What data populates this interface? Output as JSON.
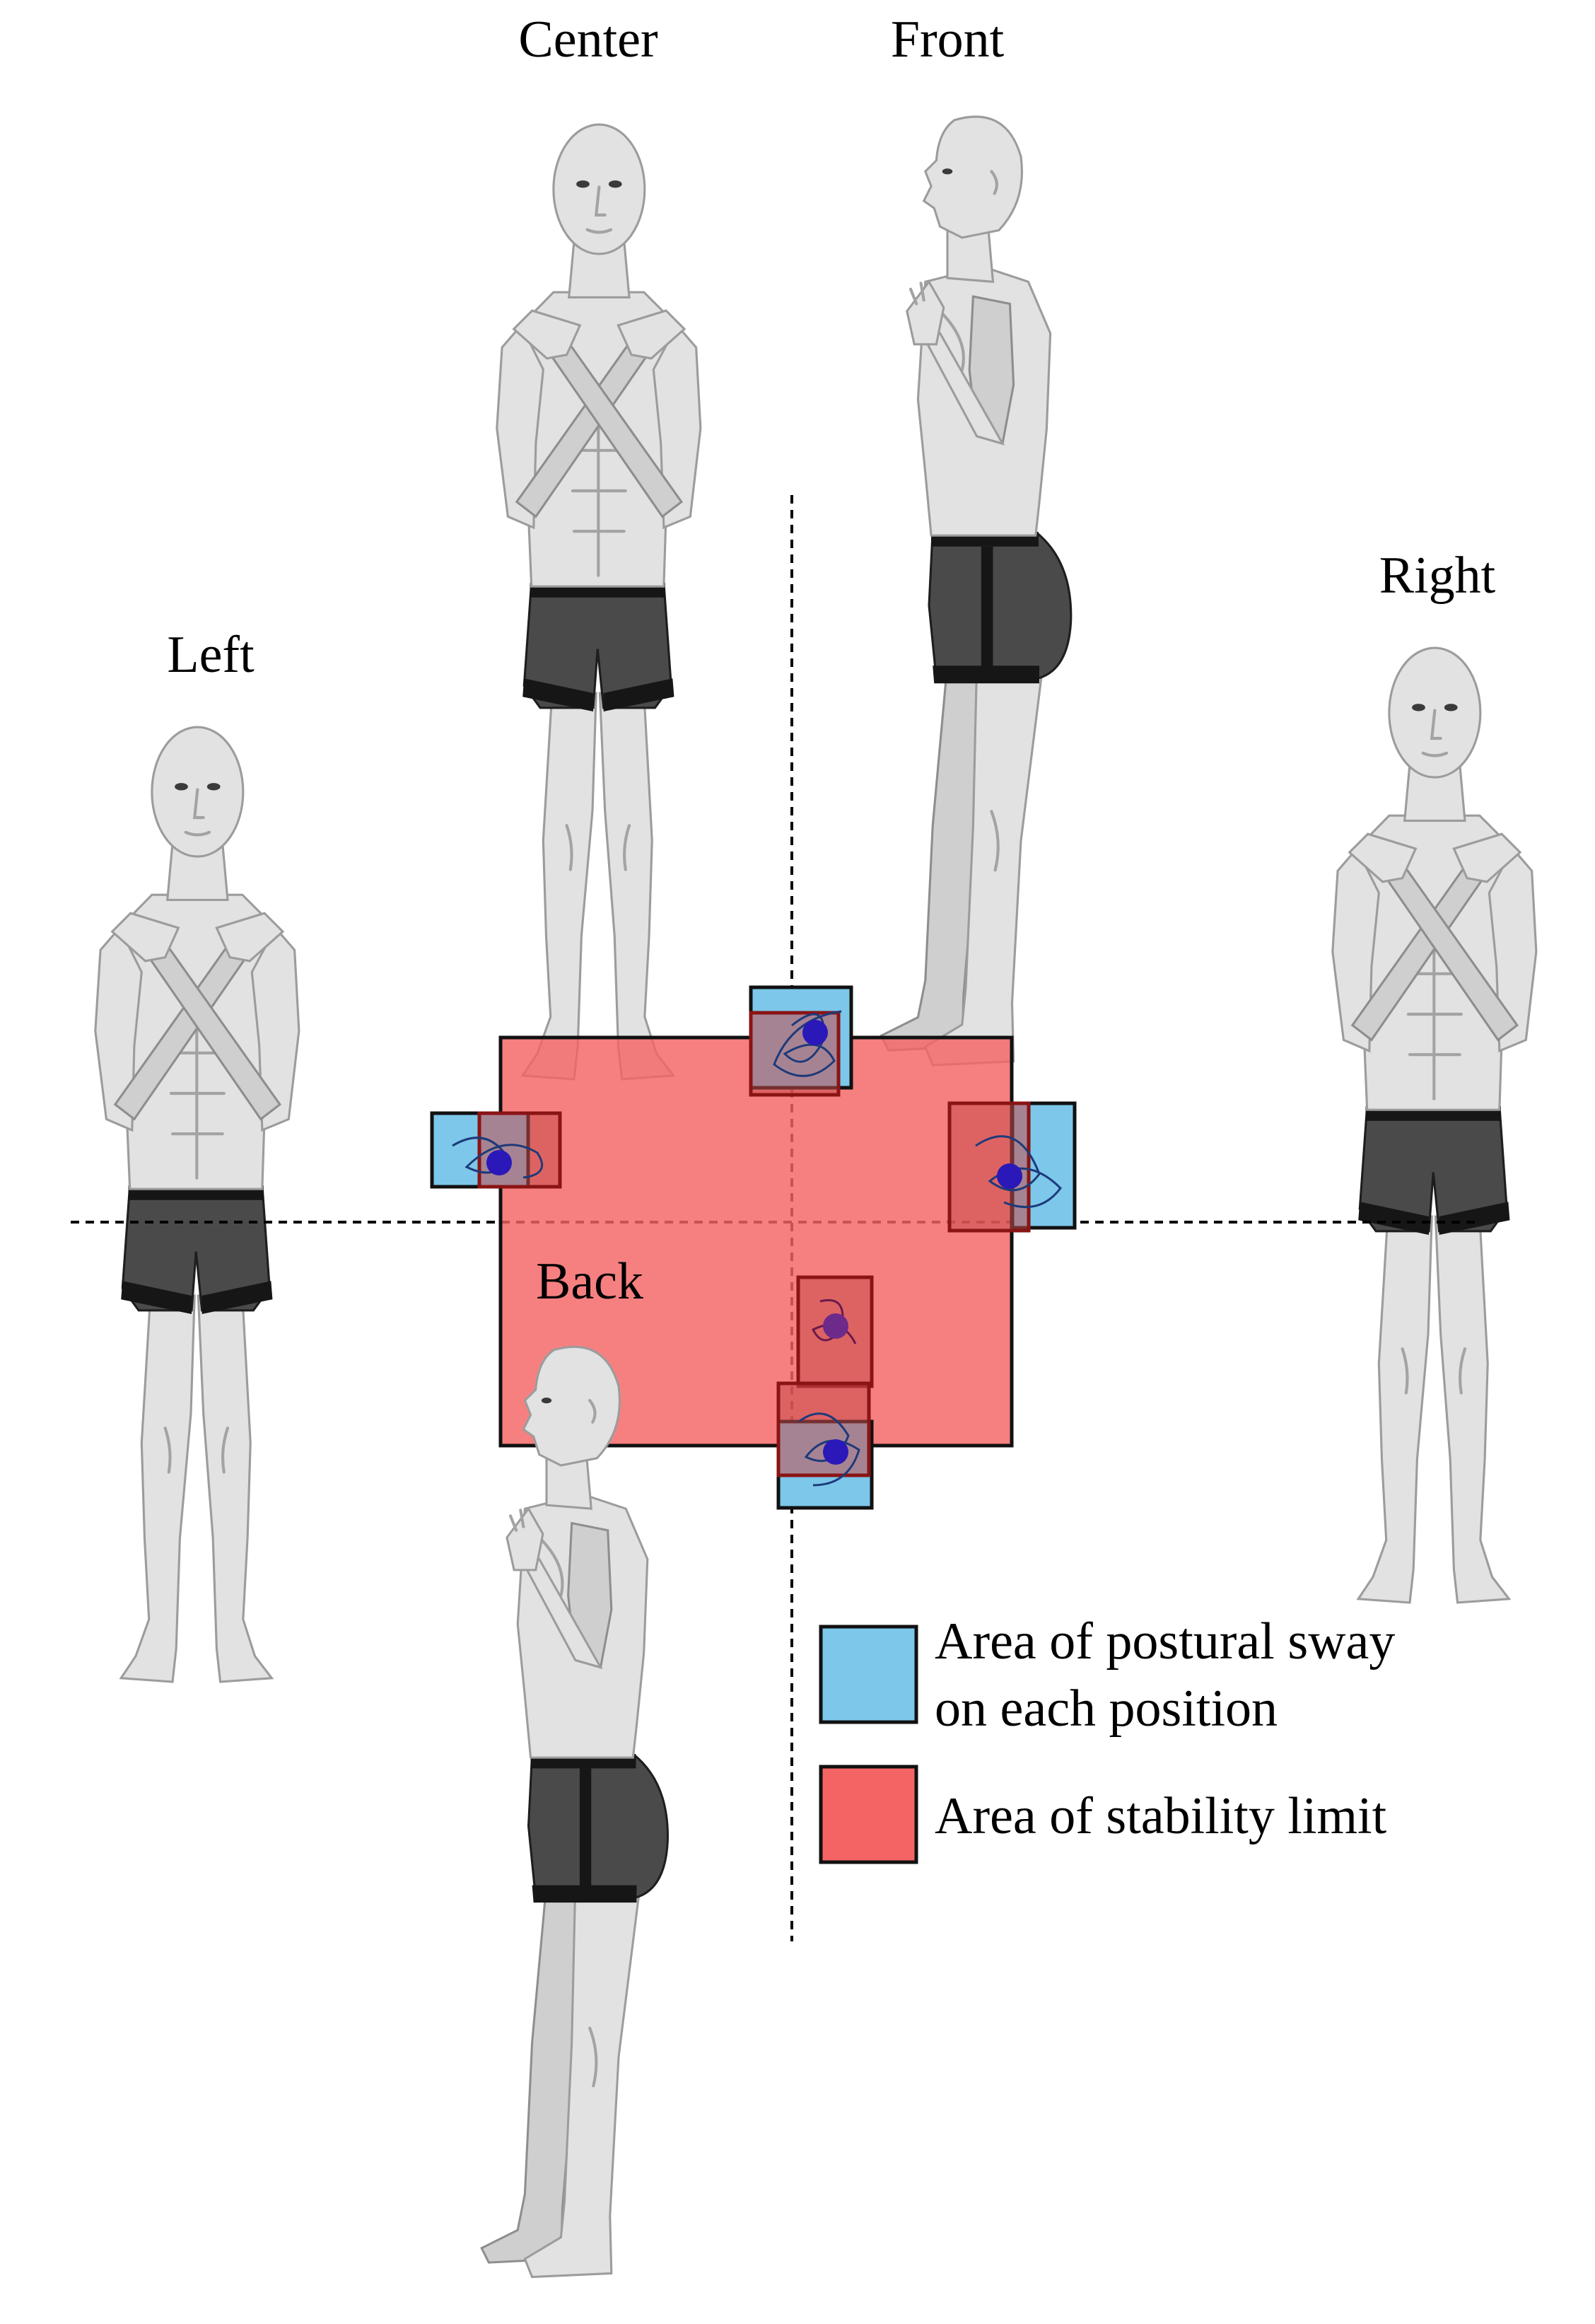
{
  "positions": {
    "center": "Center",
    "front": "Front",
    "right": "Right",
    "left": "Left",
    "back": "Back"
  },
  "legend": {
    "sway_line1": "Area of postural sway",
    "sway_line2": "on each position",
    "stability": "Area of stability limit"
  },
  "colors": {
    "sway_fill": "#7cc7ea",
    "stability_fill": "#f46464",
    "box_border": "#8a1414",
    "cop_dot": "#2a18b8",
    "trace": "#1d3a7a"
  }
}
